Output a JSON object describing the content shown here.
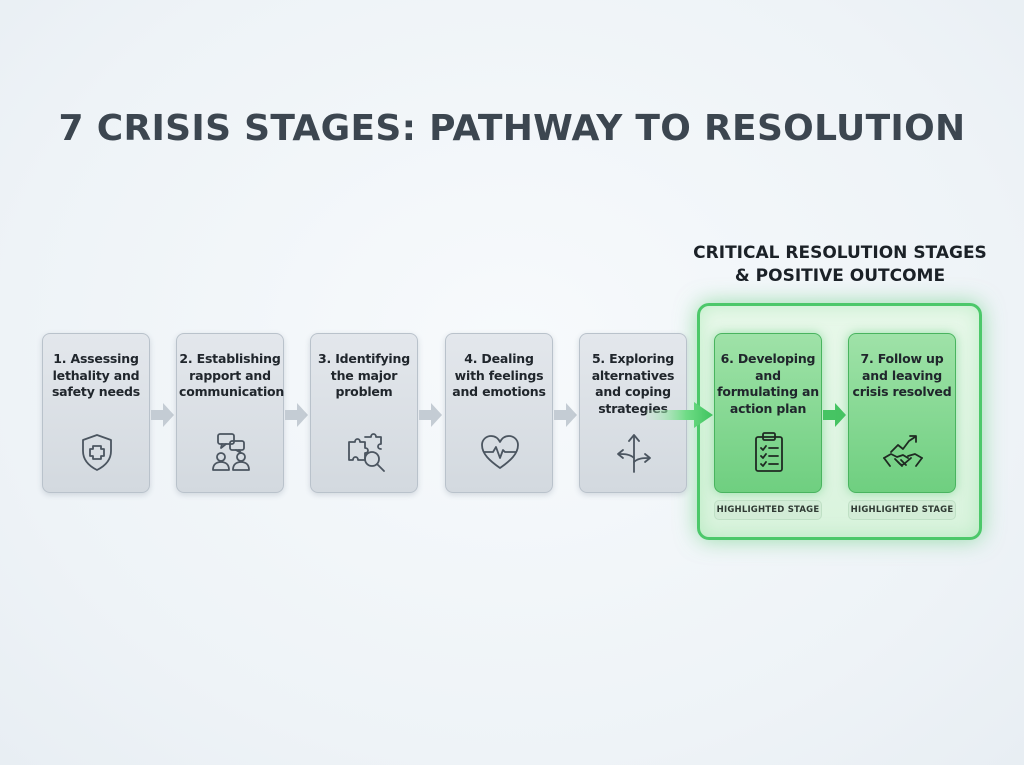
{
  "title": "7 CRISIS STAGES: PATHWAY TO RESOLUTION",
  "highlight": {
    "heading_line1": "CRITICAL RESOLUTION STAGES",
    "heading_line2": "& POSITIVE OUTCOME"
  },
  "stages": [
    {
      "label": "1. Assessing lethality and safety needs",
      "icon": "shield-cross-icon",
      "highlighted": false
    },
    {
      "label": "2. Establishing rapport and communication",
      "icon": "conversation-icon",
      "highlighted": false
    },
    {
      "label": "3. Identifying the major problem",
      "icon": "puzzle-magnifier-icon",
      "highlighted": false
    },
    {
      "label": "4. Dealing with feelings and emotions",
      "icon": "heart-pulse-icon",
      "highlighted": false
    },
    {
      "label": "5. Exploring alternatives and coping strategies",
      "icon": "diverging-arrows-icon",
      "highlighted": false
    },
    {
      "label": "6. Developing and formulating an action plan",
      "icon": "clipboard-checklist-icon",
      "highlighted": true,
      "badge": "HIGHLIGHTED STAGE"
    },
    {
      "label": "7. Follow up and leaving crisis resolved",
      "icon": "handshake-growth-icon",
      "highlighted": true,
      "badge": "HIGHLIGHTED STAGE"
    }
  ],
  "colors": {
    "accent_green": "#4cc86a",
    "card_gray": "#d9dee3",
    "title_text": "#3c4650"
  }
}
